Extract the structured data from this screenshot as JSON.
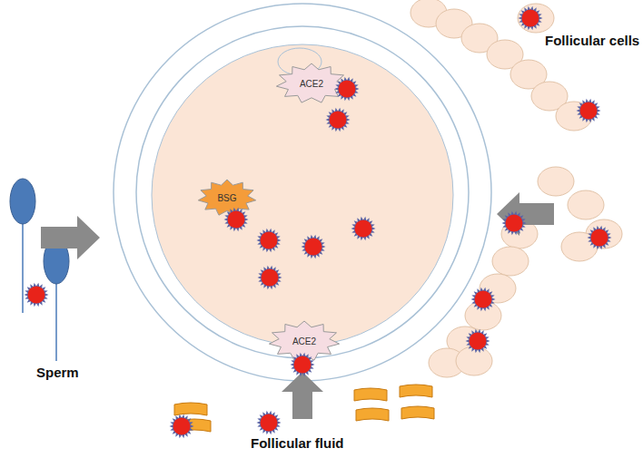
{
  "diagram": {
    "nodes": [
      {
        "text": [
          "ACE2"
        ]
      },
      {
        "text": [
          "BSG"
        ]
      },
      {
        "text": [
          "ACE2"
        ]
      }
    ],
    "labels": [
      "Follicular cells",
      "Sperm",
      "Follicular fluid"
    ]
  }
}
